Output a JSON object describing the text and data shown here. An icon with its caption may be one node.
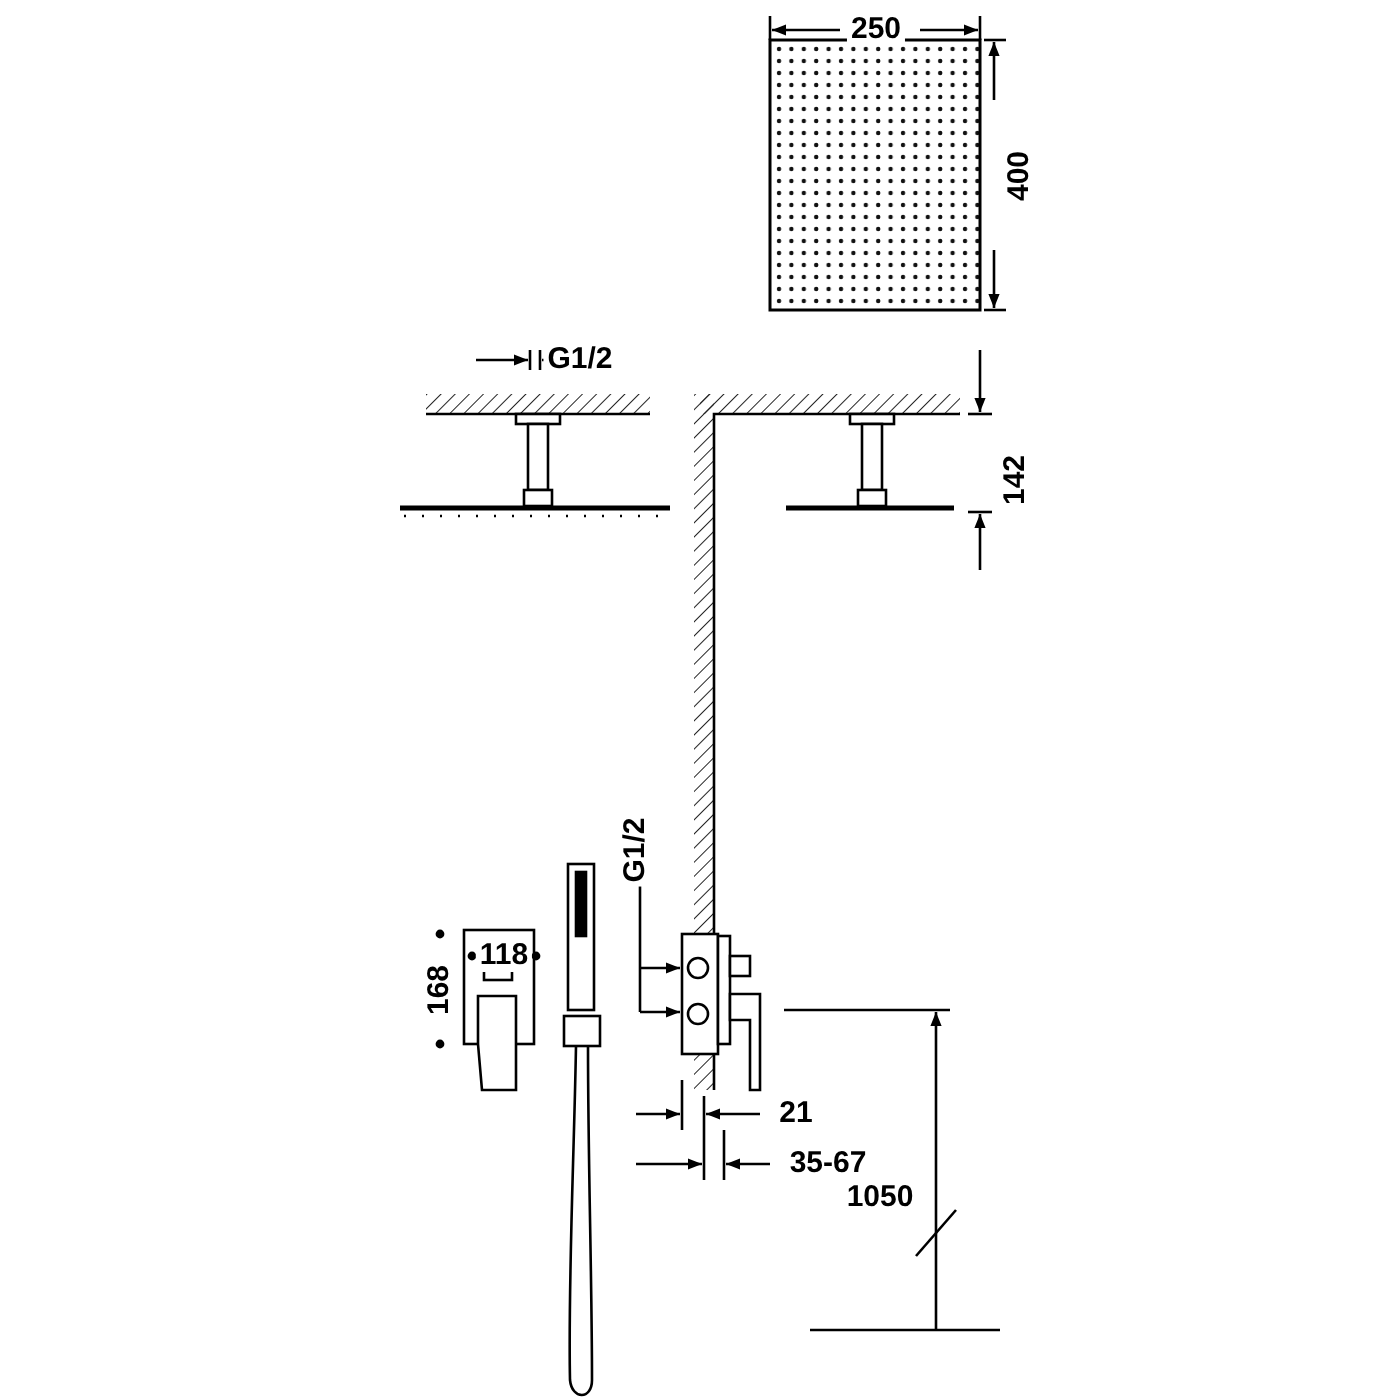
{
  "diagram": {
    "labels": [
      "250",
      "400",
      "G1/2",
      "142",
      "G1/2",
      "118",
      "168",
      "21",
      "35-67",
      "1050"
    ]
  }
}
